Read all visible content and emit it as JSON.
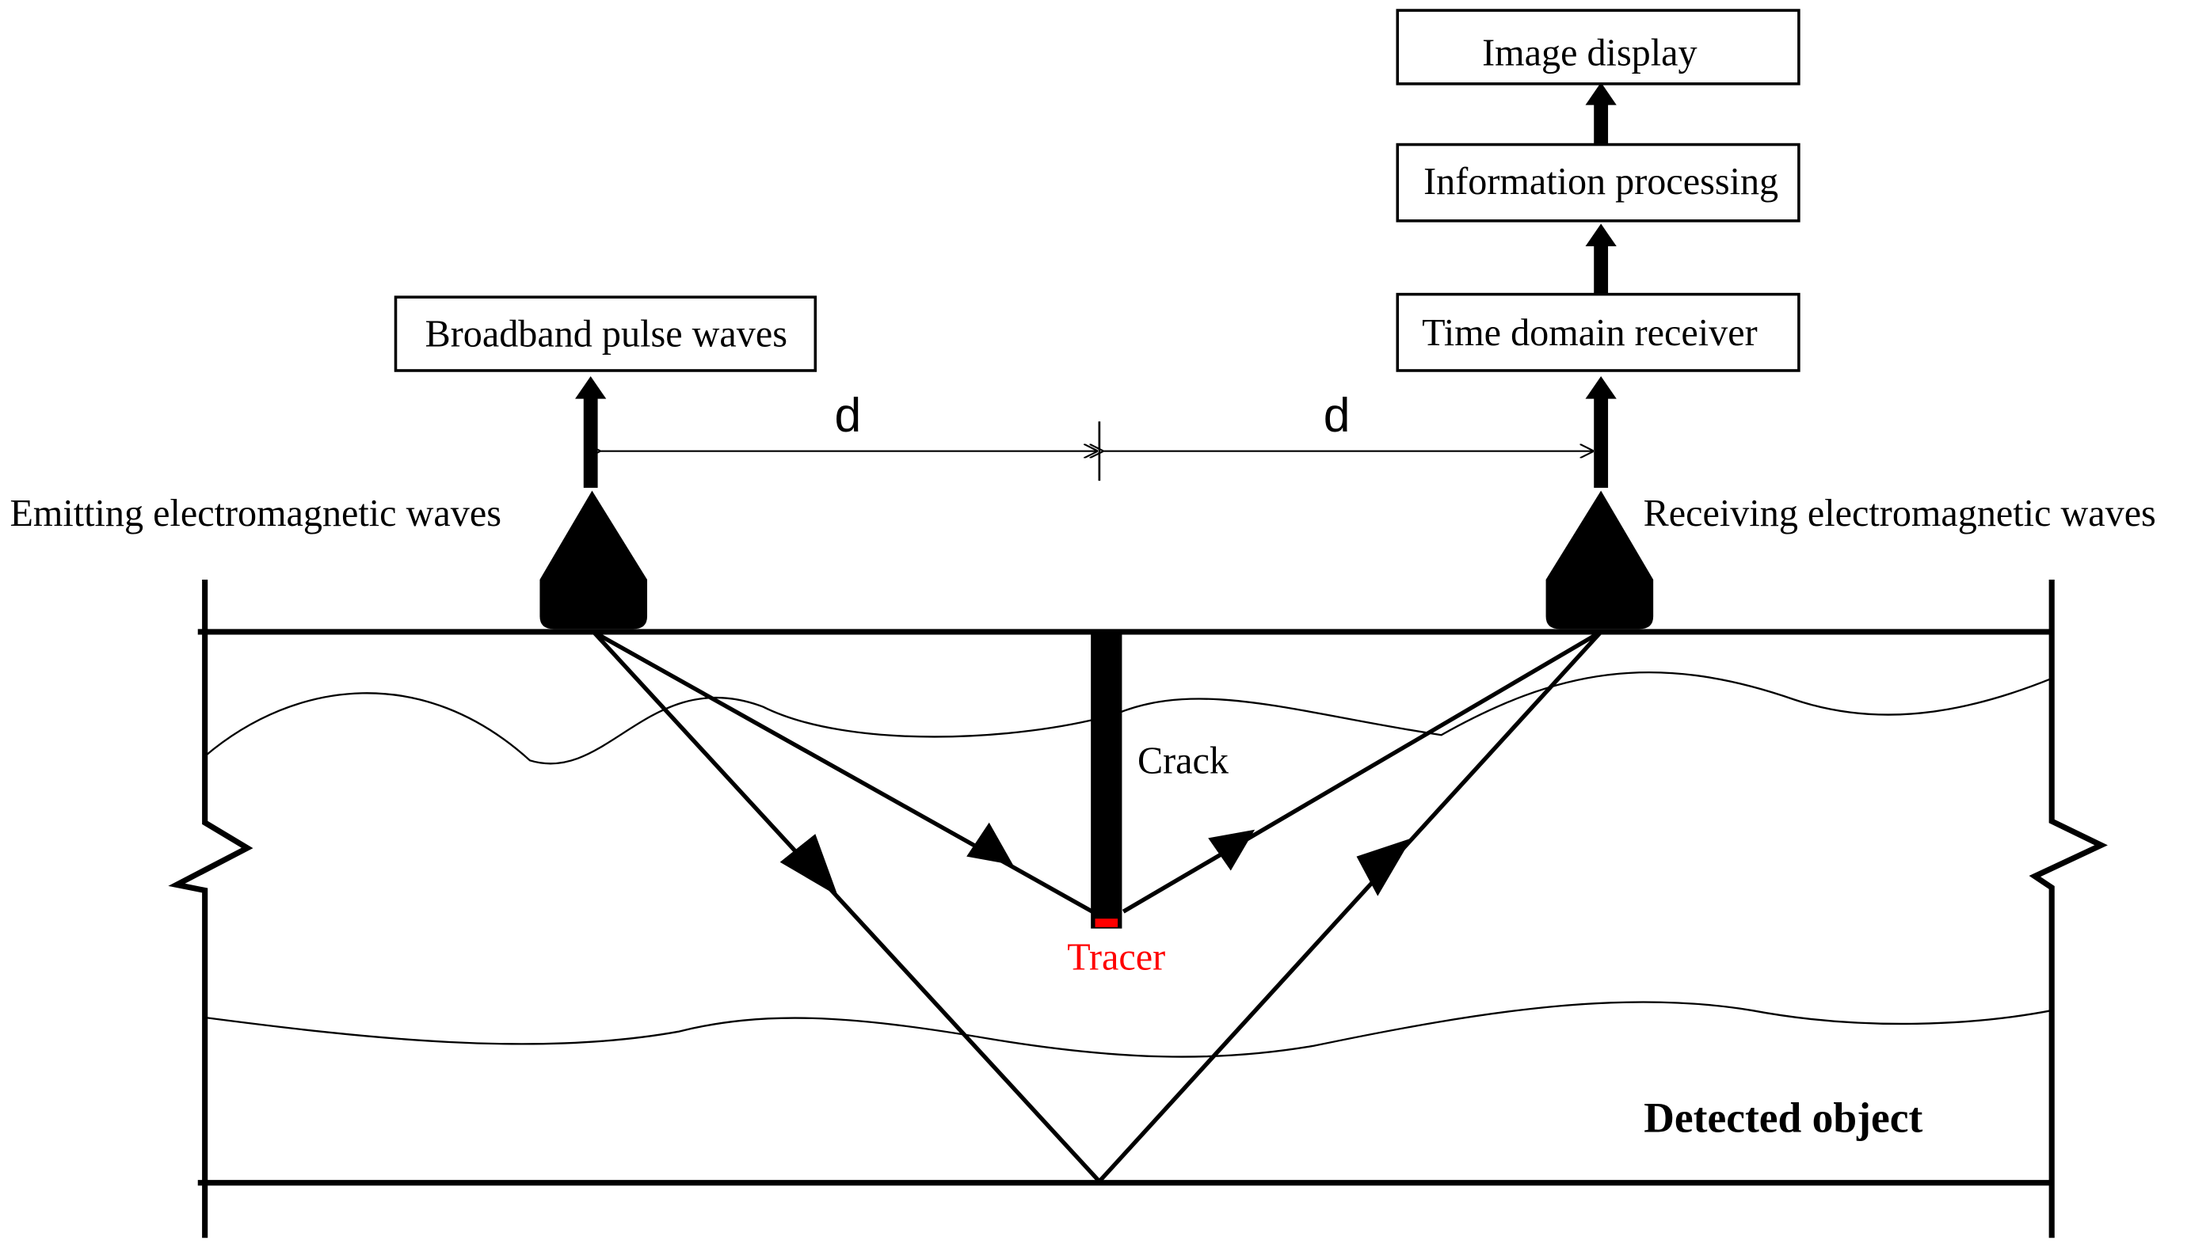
{
  "flow": {
    "broadband": "Broadband pulse waves",
    "receiver": "Time domain receiver",
    "processing": "Information processing",
    "display": "Image display"
  },
  "labels": {
    "emitting": "Emitting electromagnetic waves",
    "receiving": "Receiving electromagnetic waves",
    "crack": "Crack",
    "tracer": "Tracer",
    "detected_object": "Detected object",
    "distance_left": "d",
    "distance_right": "d"
  },
  "colors": {
    "ink": "#000000",
    "tracer": "#ff0000",
    "background": "#ffffff"
  }
}
